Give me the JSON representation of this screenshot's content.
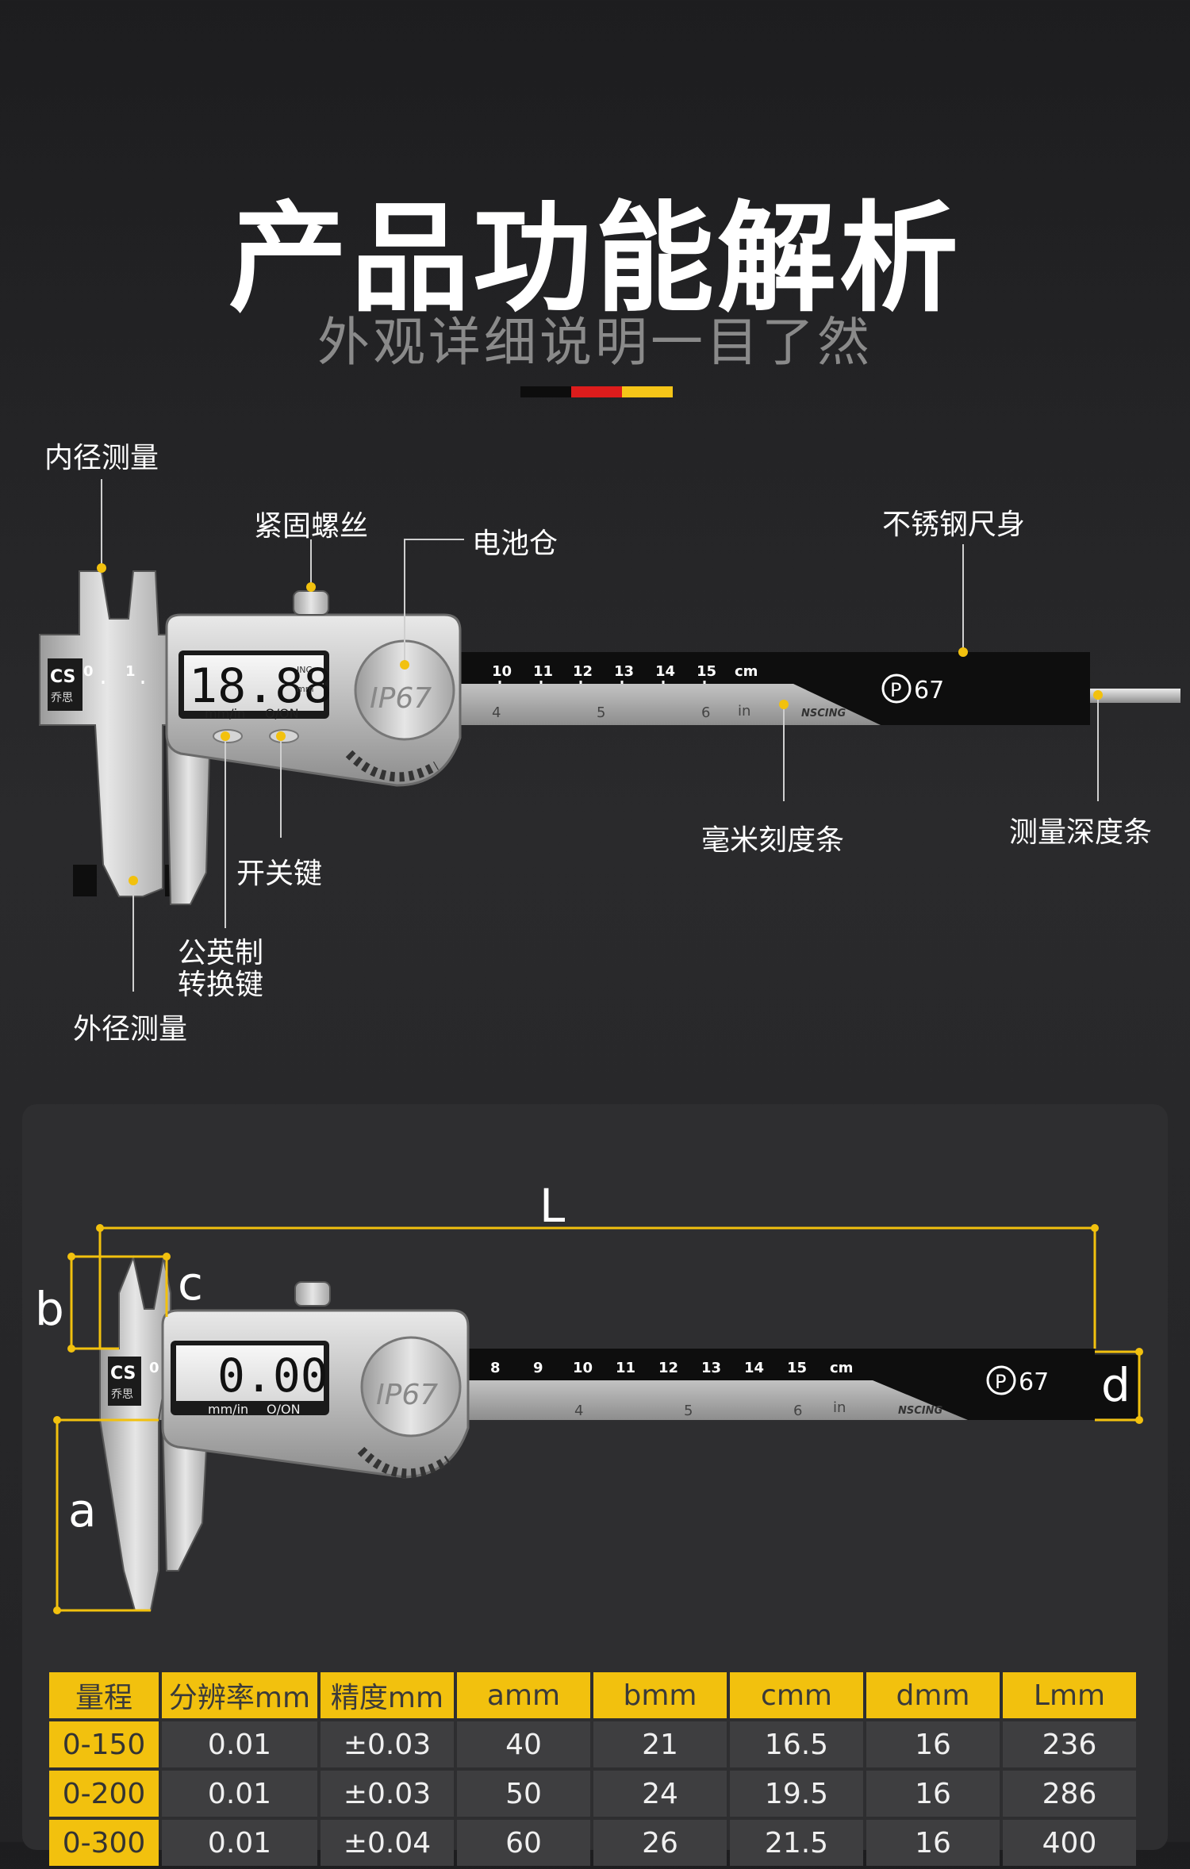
{
  "header": {
    "title": "产品功能解析",
    "subtitle": "外观详细说明一目了然",
    "flag_colors": [
      "#0d0d0d",
      "#dd1c1c",
      "#f5c518"
    ]
  },
  "annotations": {
    "inner_measure": "内径测量",
    "lock_screw": "紧固螺丝",
    "battery": "电池仓",
    "body": "不锈钢尺身",
    "power_key": "开关键",
    "unit_key_line1": "公英制",
    "unit_key_line2": "转换键",
    "outer_measure": "外径测量",
    "mm_scale": "毫米刻度条",
    "depth_bar": "测量深度条"
  },
  "caliper_top": {
    "brand": "CS",
    "brand_cn": "乔思",
    "display": "18.88",
    "display_units_top": "INC",
    "display_units_bottom": "mm",
    "btn_left": "mm/in",
    "btn_right": "O/ON",
    "ip_badge": "IP67",
    "scale_cm": [
      "0",
      "1",
      "10",
      "11",
      "12",
      "13",
      "14",
      "15"
    ],
    "scale_unit_cm": "cm",
    "scale_in": [
      "4",
      "5",
      "6"
    ],
    "scale_unit_in": "in",
    "maker": "NSCING",
    "rating": "67"
  },
  "caliper_bottom": {
    "display": "0.00",
    "btn_left": "mm/in",
    "btn_right": "O/ON",
    "scale_cm": [
      "0",
      "8",
      "9",
      "10",
      "11",
      "12",
      "13",
      "14",
      "15"
    ],
    "scale_unit_cm": "cm",
    "scale_in": [
      "4",
      "5",
      "6"
    ],
    "scale_unit_in": "in",
    "maker": "NSCING",
    "rating": "67"
  },
  "dimensions": {
    "L": "L",
    "b": "b",
    "c": "c",
    "d": "d",
    "a": "a",
    "line_color": "#f2c10e"
  },
  "spec_table": {
    "headers": [
      "量程",
      "分辨率mm",
      "精度mm",
      "amm",
      "bmm",
      "cmm",
      "dmm",
      "Lmm"
    ],
    "rows": [
      [
        "0-150",
        "0.01",
        "±0.03",
        "40",
        "21",
        "16.5",
        "16",
        "236"
      ],
      [
        "0-200",
        "0.01",
        "±0.03",
        "50",
        "24",
        "19.5",
        "16",
        "286"
      ],
      [
        "0-300",
        "0.01",
        "±0.04",
        "60",
        "26",
        "21.5",
        "16",
        "400"
      ]
    ]
  }
}
